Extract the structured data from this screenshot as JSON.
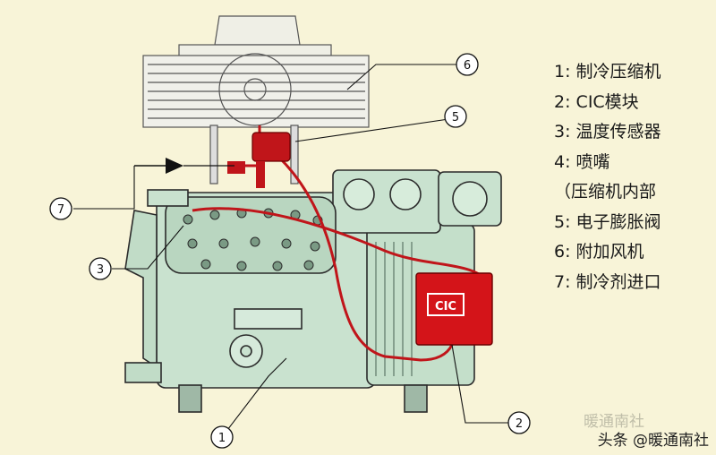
{
  "legend": {
    "items": [
      {
        "num": "1:",
        "text": "制冷压缩机"
      },
      {
        "num": "2:",
        "text": "CIC模块"
      },
      {
        "num": "3:",
        "text": "温度传感器"
      },
      {
        "num": "4:",
        "text": "喷嘴"
      },
      {
        "num": "",
        "text": "（压缩机内部"
      },
      {
        "num": "5:",
        "text": "电子膨胀阀"
      },
      {
        "num": "6:",
        "text": "附加风机"
      },
      {
        "num": "7:",
        "text": "制冷剂进口"
      }
    ]
  },
  "callouts": {
    "c1": "1",
    "c2": "2",
    "c3": "3",
    "c5": "5",
    "c6": "6",
    "c7": "7"
  },
  "watermark": {
    "prefix": "头条",
    "handle": "@暖通南社",
    "faded": "暖通南社"
  },
  "colors": {
    "background": "#f8f4d8",
    "compressor_body": "#c9e2cf",
    "outline": "#2b2b2b",
    "refrigerant_line": "#c0151a",
    "cic_module": "#d41419"
  }
}
